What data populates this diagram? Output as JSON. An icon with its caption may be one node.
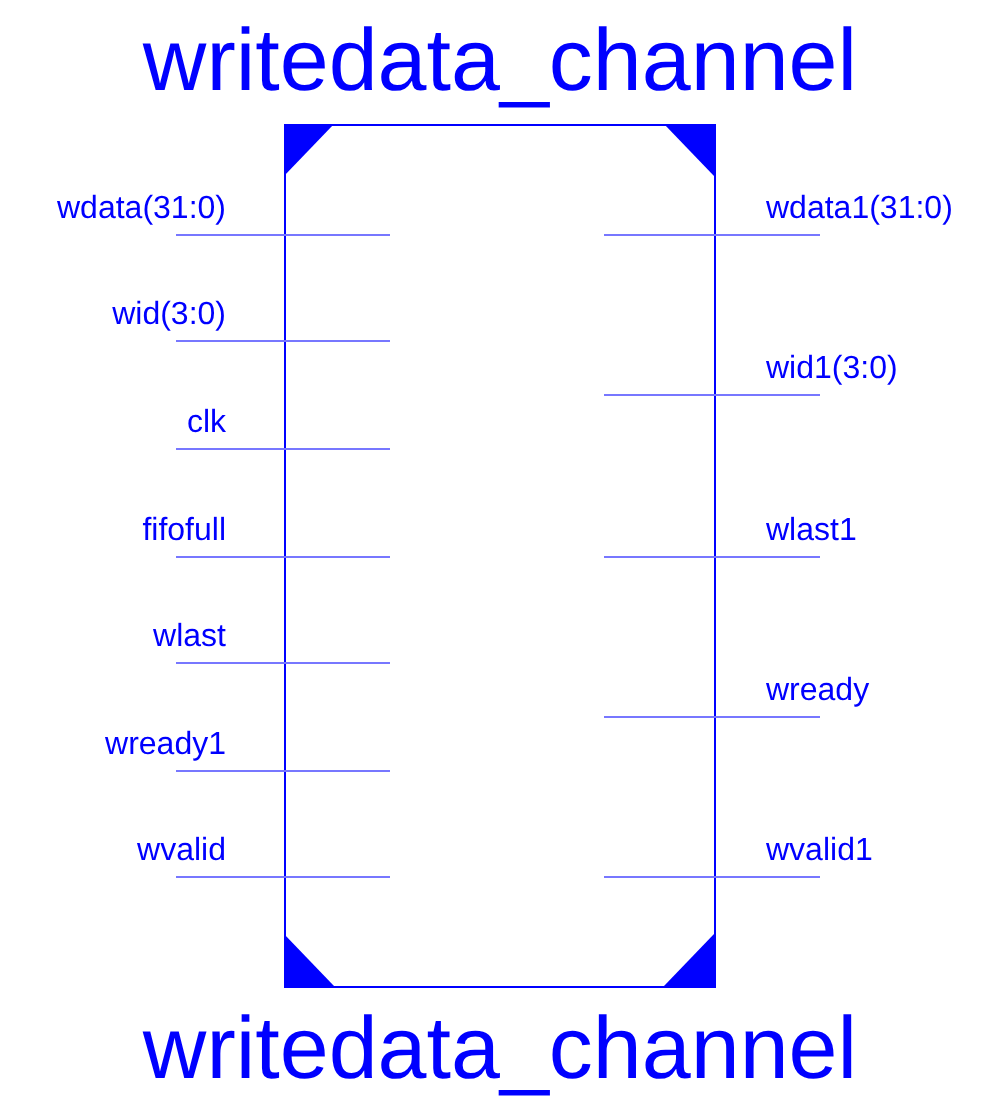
{
  "diagram": {
    "title": "writedata_channel",
    "caption": "writedata_channel",
    "labels": [
      "wdata(31:0)",
      "wdata1(31:0)",
      "wid(3:0)",
      "wid1(3:0)",
      "clk",
      "fifofull",
      "wlast1",
      "wlast",
      "wready",
      "wready1",
      "wvalid",
      "wvalid1"
    ]
  }
}
